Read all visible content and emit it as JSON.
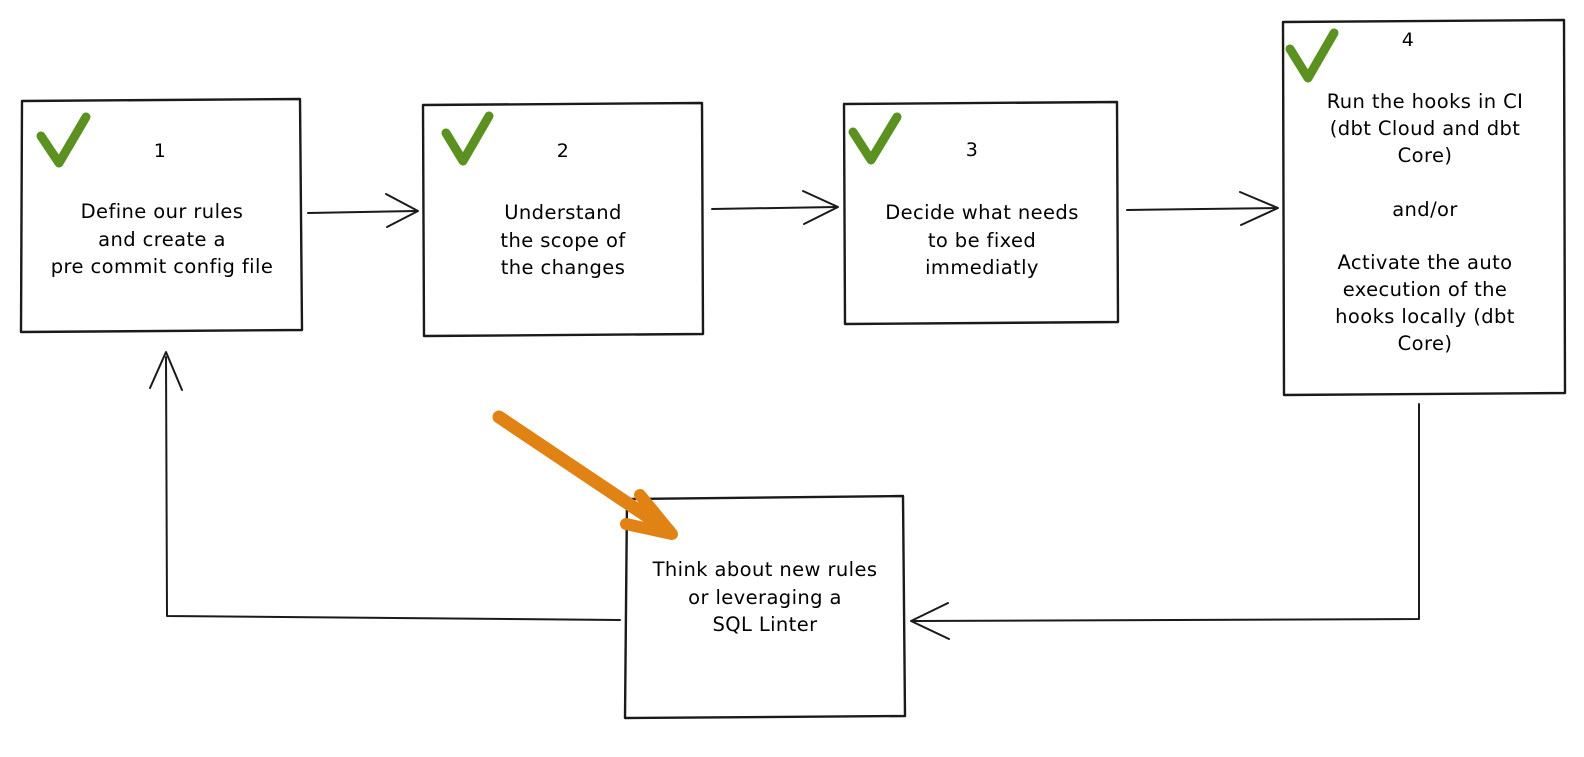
{
  "diagram": {
    "type": "flowchart",
    "title": "",
    "background_color": "#ffffff",
    "stroke_color": "#1a1a1a",
    "check_color": "#5b9120",
    "highlight_color": "#e08214",
    "nodes": [
      {
        "id": "step-1",
        "number": "1",
        "text": "Define our rules\nand create a\npre commit config file",
        "has_check": true,
        "check_icon": "green-check-icon"
      },
      {
        "id": "step-2",
        "number": "2",
        "text": "Understand\nthe scope of\nthe changes",
        "has_check": true,
        "check_icon": "green-check-icon"
      },
      {
        "id": "step-3",
        "number": "3",
        "text": "Decide what needs\nto be fixed\nimmediatly",
        "has_check": true,
        "check_icon": "green-check-icon"
      },
      {
        "id": "step-4",
        "number": "4",
        "text": "Run the hooks in CI\n(dbt Cloud and dbt\nCore)\n\nand/or\n\nActivate the auto\nexecution of the\nhooks locally (dbt\nCore)",
        "has_check": true,
        "check_icon": "green-check-icon"
      },
      {
        "id": "step-loop",
        "number": "",
        "text": "Think about new rules\nor leveraging a\nSQL Linter",
        "has_check": false,
        "check_icon": ""
      }
    ],
    "connectors": [
      {
        "id": "edge-1-2",
        "from": "step-1",
        "to": "step-2",
        "label": ""
      },
      {
        "id": "edge-2-3",
        "from": "step-2",
        "to": "step-3",
        "label": ""
      },
      {
        "id": "edge-3-4",
        "from": "step-3",
        "to": "step-4",
        "label": ""
      },
      {
        "id": "edge-4-loop",
        "from": "step-4",
        "to": "step-loop",
        "label": ""
      },
      {
        "id": "edge-loop-1",
        "from": "step-loop",
        "to": "step-1",
        "label": ""
      }
    ],
    "annotations": [
      {
        "id": "orange-highlight-arrow",
        "kind": "hand-drawn-arrow",
        "color": "#e08214",
        "points_to": "step-loop"
      }
    ]
  }
}
